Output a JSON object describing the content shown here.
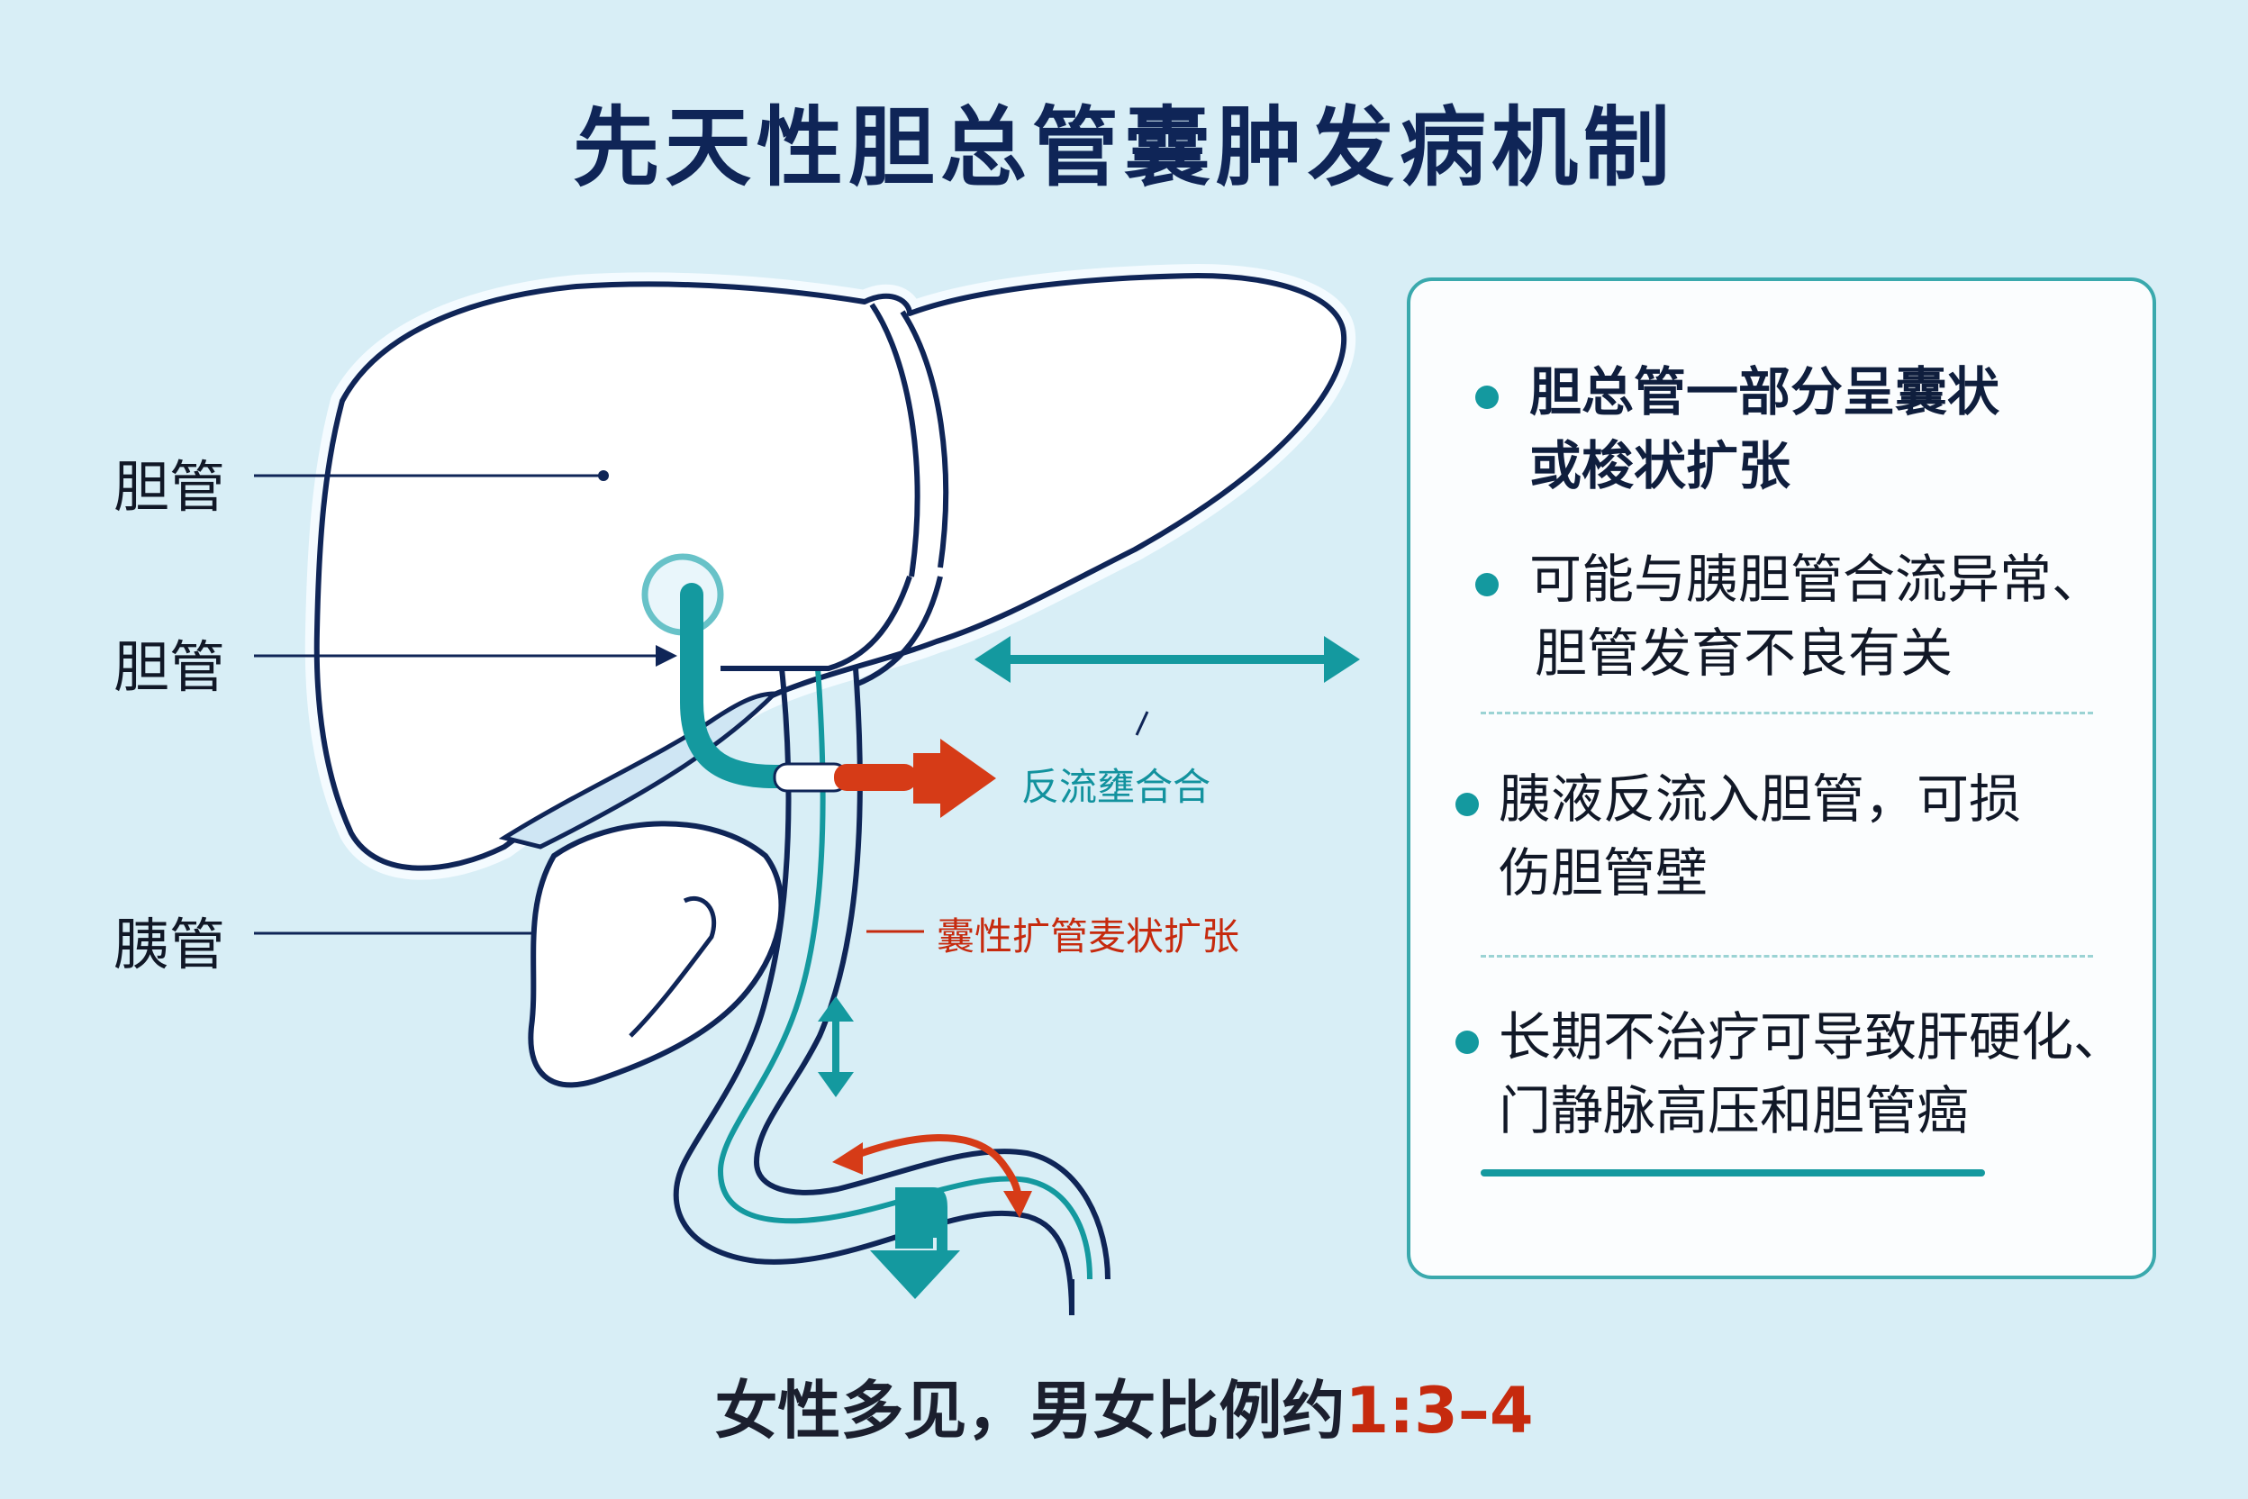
{
  "title": "先天性胆总管囊肿发病机制",
  "labels": {
    "left_top": "胆管",
    "left_mid": "胆管",
    "left_bottom": "胰管"
  },
  "annotations": {
    "reflux": "反流壅合合",
    "dilation": "囊性扩管麦状扩张"
  },
  "panel": {
    "items": [
      {
        "line1": "胆总管一部分呈囊状",
        "line2": "或梭状扩张"
      },
      {
        "line1": "可能与胰胆管合流异常、",
        "line2": "胆管发育不良有关"
      },
      {
        "line1": "胰液反流入胆管，可损",
        "line2": "伤胆管壁"
      },
      {
        "line1": "长期不治疗可导致肝硬化、",
        "line2": "门静脉高压和胆管癌"
      }
    ]
  },
  "footer": {
    "text": "女性多见，男女比例约",
    "ratio": "1:3–4"
  },
  "colors": {
    "navy": "#0f2557",
    "teal": "#14999f",
    "red": "#d63b17",
    "background": "#d8eef6"
  }
}
